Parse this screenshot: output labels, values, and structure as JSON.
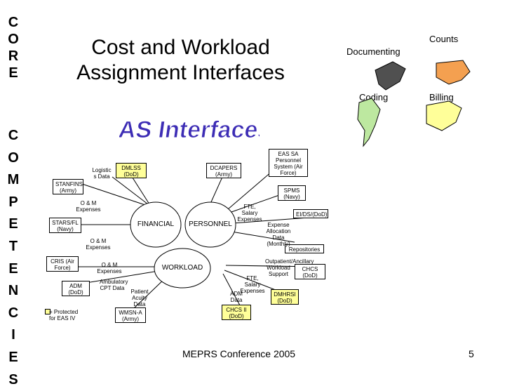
{
  "side": {
    "core_letters": [
      "C",
      "O",
      "R",
      "E"
    ],
    "competencies_letters": [
      "C",
      "O",
      "M",
      "P",
      "E",
      "T",
      "E",
      "N",
      "C",
      "I",
      "E",
      "S"
    ]
  },
  "title": {
    "line1": "Cost and Workload",
    "line2": "Assignment Interfaces"
  },
  "banner": "EAS Interfaces",
  "corners": {
    "documenting": "Documenting",
    "counts": "Counts",
    "coding": "Coding",
    "billing": "Billing"
  },
  "nodes": {
    "financial": "FINANCIAL",
    "personnel": "PERSONNEL",
    "workload": "WORKLOAD",
    "stanfins": "STANFINS (Army)",
    "logistics_data": "Logistic s Data",
    "dmlss": "DMLSS (DoD)",
    "dcapers": "DCAPERS (Army)",
    "eas_sa": "EAS SA Personnel System (Air Force)",
    "spms": "SPMS (Navy)",
    "eidsdod": "EI/DS/(DoD)",
    "stars_fl": "STARS/FL (Navy)",
    "cris": "CRIS (Air Force)",
    "adm_dod": "ADM (DoD)",
    "wmsn_a": "WMSN-A (Army)",
    "chcs_ii": "CHCS II (DoD)",
    "dmhrsi": "DMHRSI (DoD)",
    "chcs": "CHCS (DoD)",
    "repositories": "Repositories",
    "protected": "= Protected for EAS IV",
    "om_expenses_1": "O & M Expenses",
    "om_expenses_2": "O & M Expenses",
    "om_expenses_3": "O & M Expenses",
    "fte_salary_expenses_1": "FTE, Salary Expenses",
    "expense_allocation": "Expense Allocation Data (Monthly)",
    "outpatient": "Outpatient/Ancillary Workload Support",
    "fte_salary_expenses_2": "FTE, Salary Expenses",
    "ambulatory": "Ambulatory CPT Data",
    "patient_acuity": "Patient Acuity Data",
    "adm_data": "ADM Data"
  },
  "footer": {
    "conference": "MEPRS Conference 2005",
    "page": "5"
  },
  "colors": {
    "banner_fill": "#3d2db5",
    "yellow": "#ffff99",
    "oval_fill": "#ffffff"
  }
}
